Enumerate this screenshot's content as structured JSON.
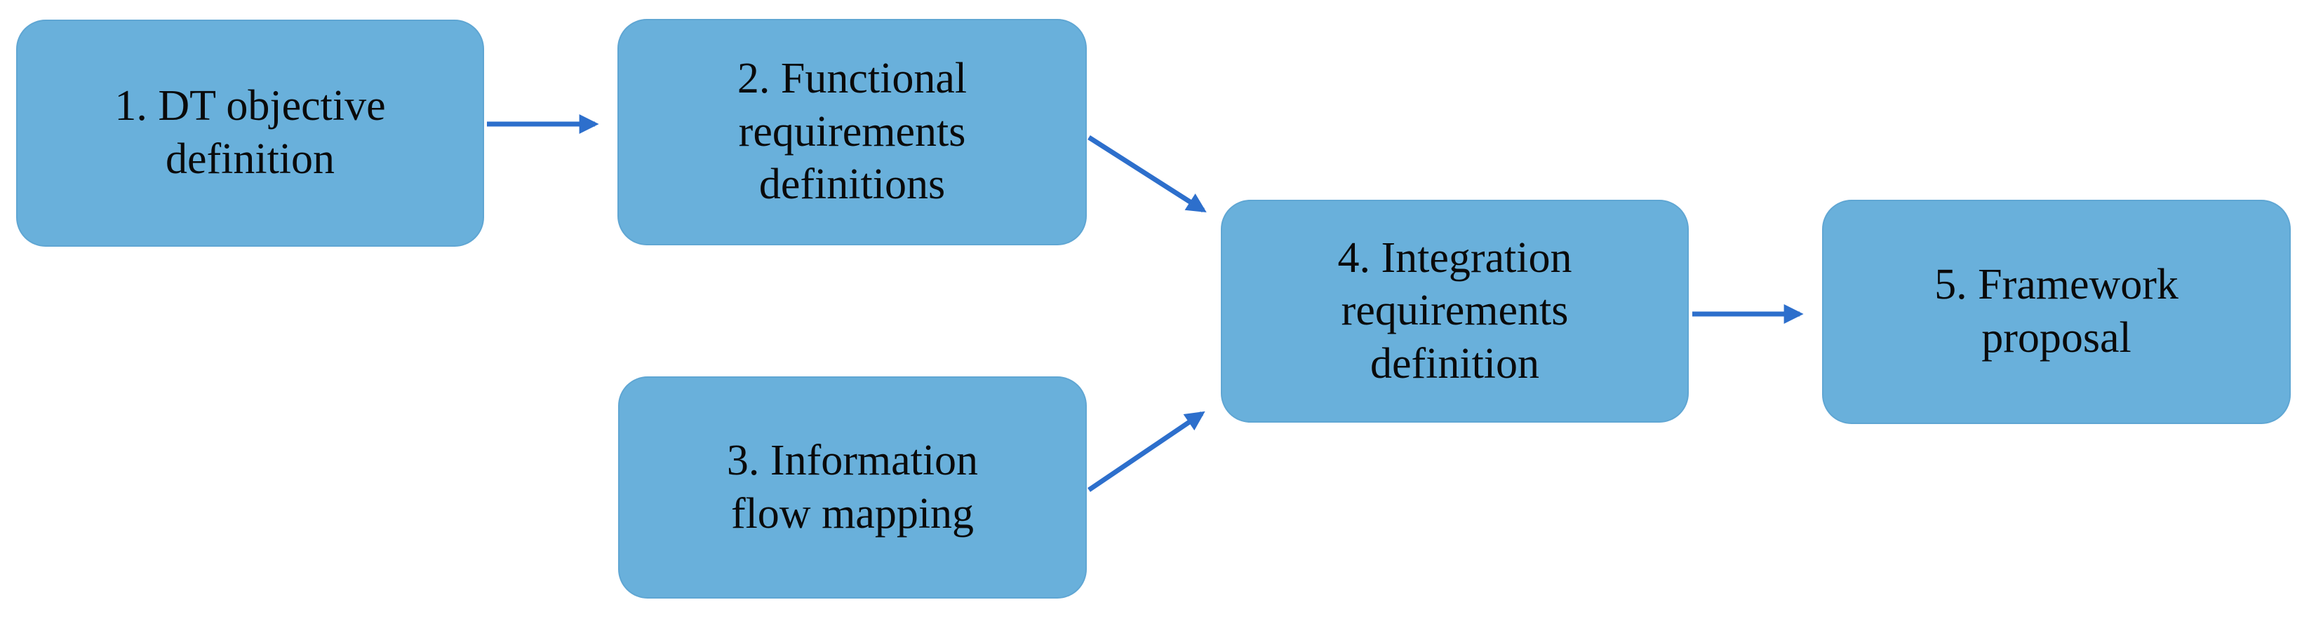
{
  "diagram": {
    "colors": {
      "box_fill": "#69B0DB",
      "box_edge": "#5FA6D3",
      "arrow": "#2D6FCC",
      "text": "#0A0A0A",
      "background": "#FFFFFF"
    },
    "nodes": [
      {
        "id": "1",
        "label": "1. DT objective definition",
        "lines": [
          "1. DT objective",
          "definition"
        ]
      },
      {
        "id": "2",
        "label": "2. Functional requirements definitions",
        "lines": [
          "2. Functional",
          "requirements",
          "definitions"
        ]
      },
      {
        "id": "3",
        "label": "3. Information flow mapping",
        "lines": [
          "3. Information",
          "flow mapping"
        ]
      },
      {
        "id": "4",
        "label": "4. Integration requirements definition",
        "lines": [
          "4. Integration",
          "requirements",
          "definition"
        ]
      },
      {
        "id": "5",
        "label": "5. Framework proposal",
        "lines": [
          "5. Framework",
          "proposal"
        ]
      }
    ],
    "edges": [
      {
        "from": "1",
        "to": "2"
      },
      {
        "from": "2",
        "to": "4"
      },
      {
        "from": "3",
        "to": "4"
      },
      {
        "from": "4",
        "to": "5"
      }
    ]
  }
}
